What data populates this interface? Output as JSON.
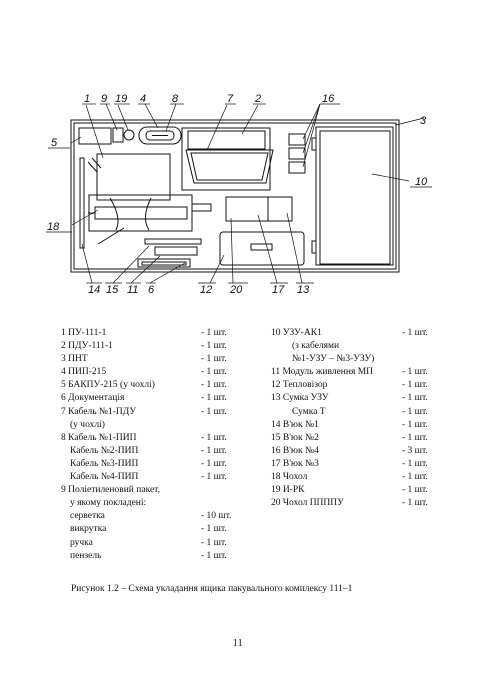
{
  "callouts": [
    "1",
    "9",
    "19",
    "4",
    "8",
    "7",
    "2",
    "16",
    "3",
    "5",
    "10",
    "18",
    "14",
    "15",
    "11",
    "6",
    "12",
    "20",
    "17",
    "13"
  ],
  "legend_left": [
    {
      "label": "1 ПУ-111-1",
      "qty": "- 1 шт."
    },
    {
      "label": "2 ПДУ-111-1",
      "qty": "- 1 шт."
    },
    {
      "label": "3 ПНТ",
      "qty": "- 1 шт."
    },
    {
      "label": "4 ПИП-215",
      "qty": "- 1 шт."
    },
    {
      "label": "5 БАКПУ-215 (у чохлі)",
      "qty": "- 1 шт."
    },
    {
      "label": "6 Документація",
      "qty": "- 1 шт."
    },
    {
      "label": "7 Кабель №1-ПДУ",
      "qty": "- 1 шт."
    },
    {
      "label": "(у чохлі)",
      "qty": ""
    },
    {
      "label": "8 Кабель №1-ПИП",
      "qty": "- 1 шт."
    },
    {
      "label": "Кабель №2-ПИП",
      "qty": "- 1 шт."
    },
    {
      "label": "Кабель №3-ПИП",
      "qty": "- 1 шт."
    },
    {
      "label": "Кабель №4-ПИП",
      "qty": "- 1 шт."
    },
    {
      "label": "9 Поліетиленовий пакет,",
      "qty": ""
    },
    {
      "label": "у якому покладені:",
      "qty": ""
    },
    {
      "label": "серветка",
      "qty": "- 10 шт."
    },
    {
      "label": "викрутка",
      "qty": "- 1 шт."
    },
    {
      "label": "ручка",
      "qty": "- 1 шт."
    },
    {
      "label": "пензель",
      "qty": "- 1 шт."
    }
  ],
  "legend_right": [
    {
      "label": "10 УЗУ-АК1",
      "qty": "- 1 шт."
    },
    {
      "label": "(з кабелями",
      "qty": ""
    },
    {
      "label": "№1-УЗУ – №3-УЗУ)",
      "qty": ""
    },
    {
      "label": "11 Модуль живлення МП",
      "qty": "- 1 шт."
    },
    {
      "label": "12 Тепловізор",
      "qty": "- 1 шт."
    },
    {
      "label": "13 Сумка УЗУ",
      "qty": "- 1 шт."
    },
    {
      "label": "Сумка Т",
      "qty": "- 1 шт."
    },
    {
      "label": "14 В'юк №1",
      "qty": "- 1 шт."
    },
    {
      "label": "15 В'юк №2",
      "qty": "- 1 шт."
    },
    {
      "label": "16 В'юк №4",
      "qty": "- 3 шт."
    },
    {
      "label": "17 В'юк №3",
      "qty": "- 1 шт."
    },
    {
      "label": "18 Чохол",
      "qty": "- 1 шт."
    },
    {
      "label": "19 И-РК",
      "qty": "- 1 шт."
    },
    {
      "label": "20 Чохол ППППУ",
      "qty": "- 1 шт."
    }
  ],
  "caption": "Рисунок 1.2 – Схема укладання ящика пакувального комплексу 111–1",
  "page_number": "11"
}
